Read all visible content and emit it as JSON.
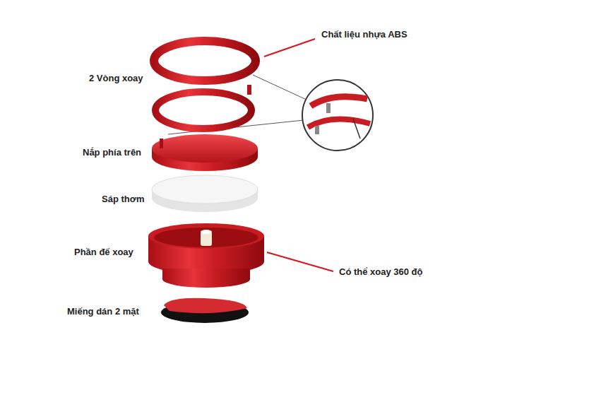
{
  "diagram": {
    "labels": [
      "Chất liệu nhựa ABS",
      "2 Vòng xoay",
      "Nắp phía trên",
      "Sáp thơm",
      "Phần đế xoay",
      "Có thể xoay 360 độ",
      "Miếng dán 2 mặt"
    ]
  }
}
